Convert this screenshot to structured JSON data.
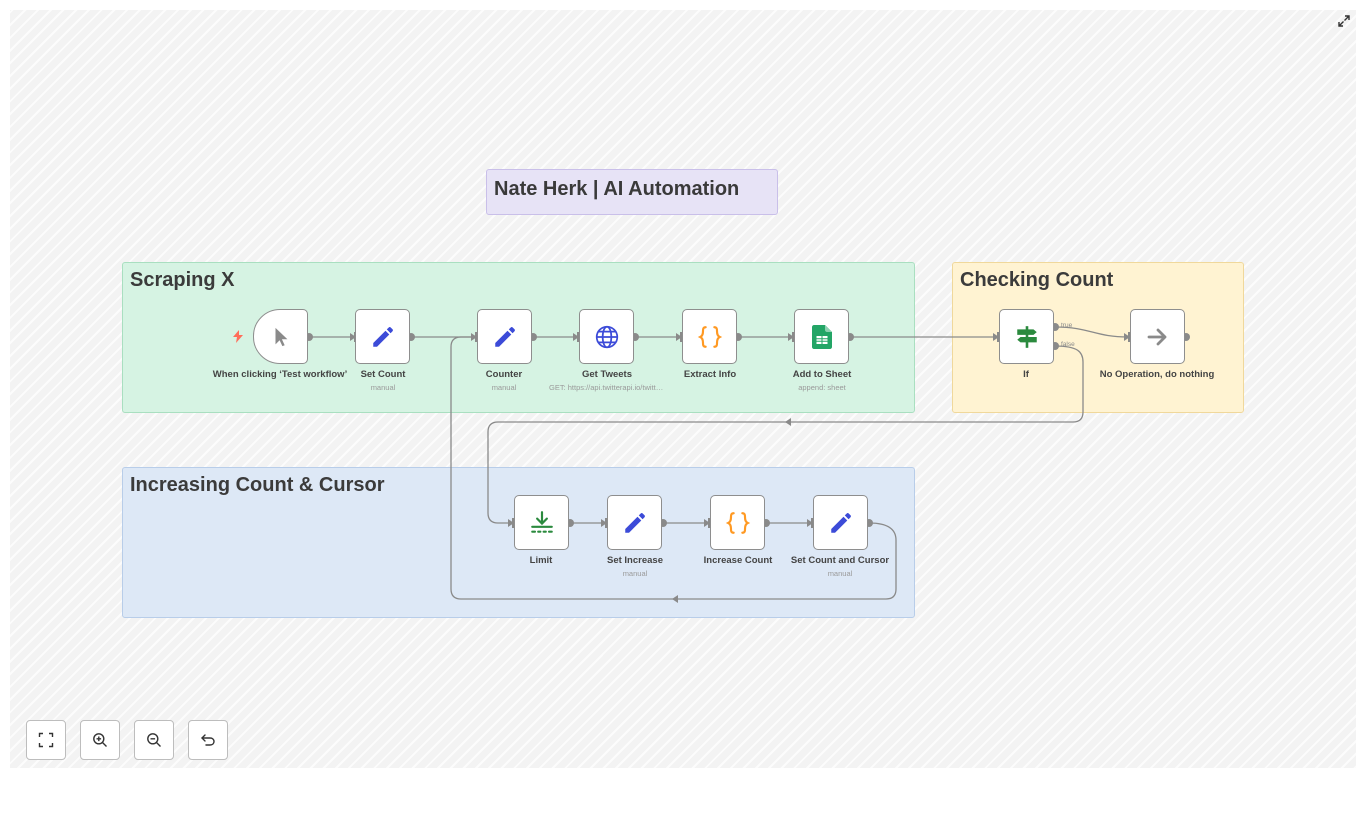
{
  "stickies": {
    "brand": "Nate Herk | AI Automation",
    "scraping": "Scraping X",
    "checking": "Checking Count",
    "increasing": "Increasing Count & Cursor"
  },
  "nodes": {
    "trigger": {
      "label": "When clicking ‘Test workflow’"
    },
    "set_count": {
      "label": "Set Count",
      "sub": "manual"
    },
    "counter": {
      "label": "Counter",
      "sub": "manual"
    },
    "get_tweets": {
      "label": "Get Tweets",
      "sub": "GET: https://api.twitterapi.io/twitter/tweet/advanced_search"
    },
    "extract_info": {
      "label": "Extract Info"
    },
    "add_to_sheet": {
      "label": "Add to Sheet",
      "sub": "append: sheet"
    },
    "if": {
      "label": "If",
      "true_label": "true",
      "false_label": "false"
    },
    "no_op": {
      "label": "No Operation, do nothing"
    },
    "limit": {
      "label": "Limit"
    },
    "set_increase": {
      "label": "Set Increase",
      "sub": "manual"
    },
    "increase_count": {
      "label": "Increase Count"
    },
    "set_count_cursor": {
      "label": "Set Count and Cursor",
      "sub": "manual"
    }
  },
  "icons": {
    "trigger": "cursor-icon",
    "set": "pencil-icon",
    "http": "globe-icon",
    "code": "braces-icon",
    "sheets": "google-sheets-icon",
    "if": "signpost-icon",
    "noop": "arrow-right-icon",
    "limit": "limit-icon"
  },
  "controls": {
    "fit": "fit-view-icon",
    "zoom_in": "zoom-in-icon",
    "zoom_out": "zoom-out-icon",
    "reset": "undo-icon",
    "fullscreen": "expand-icon"
  },
  "colors": {
    "set_icon": "#3c4bd8",
    "code_icon": "#ff9922",
    "sheets_icon": "#23a566",
    "if_icon": "#2b8a3e",
    "noop_icon": "#8a8a8a",
    "trigger_bolt": "#ff6d5a",
    "wire": "#8a8a8a"
  }
}
